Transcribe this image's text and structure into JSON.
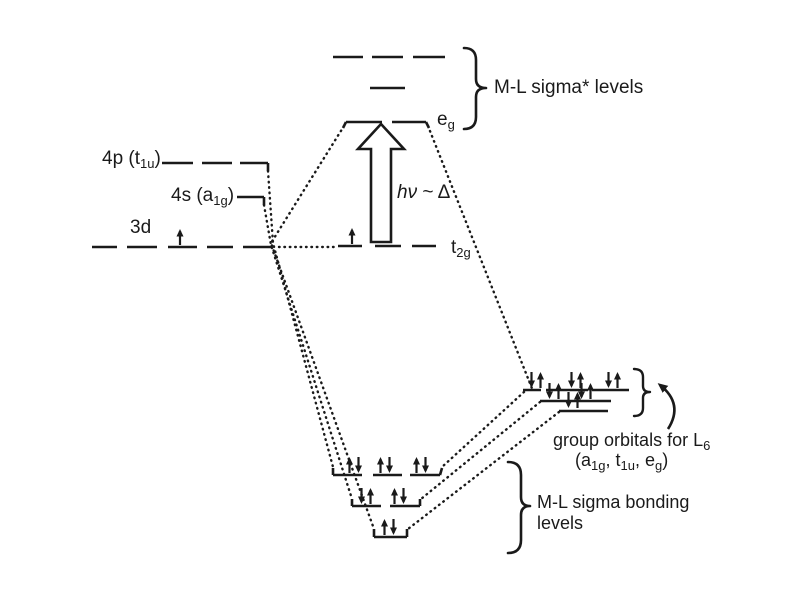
{
  "colors": {
    "ink": "#1a1a1a",
    "paper": "#ffffff"
  },
  "labels": {
    "p4_pre": "4p (t",
    "p4_sub": "1u",
    "p4_post": ")",
    "s4_pre": "4s (a",
    "s4_sub": "1g",
    "s4_post": ")",
    "d3": "3d",
    "eg_pre": "e",
    "eg_sub": "g",
    "t2g_pre": "t",
    "t2g_sub": "2g",
    "hv_italic": "hν",
    "hv_rest": " ~ Δ",
    "sigma_star": "M-L sigma* levels",
    "group_line1_pre": "group orbitals for L",
    "group_line1_sub": "6",
    "group_line2_p1": "(a",
    "group_line2_s1": "1g",
    "group_line2_p2": ", t",
    "group_line2_s2": "1u",
    "group_line2_p3": ", e",
    "group_line2_s3": "g",
    "group_line2_p4": ")",
    "bonding_line1": "M-L sigma bonding",
    "bonding_line2": "levels"
  },
  "structure": {
    "diagram_type": "molecular orbital energy diagram (octahedral M-L6 sigma bonding)",
    "metal_levels": [
      "4p (t1u)",
      "4s (a1g)",
      "3d"
    ],
    "metal_unpaired_electrons": 2,
    "center_levels": [
      "eg",
      "t2g"
    ],
    "transition_arrow": "hν ~ Δ (t2g to eg)",
    "sigma_star_levels_count": 3,
    "group_orbital_levels_count": 3,
    "group_orbital_electron_pairs": 6,
    "bonding_levels_count": 3,
    "bonding_electron_pairs": 6
  }
}
